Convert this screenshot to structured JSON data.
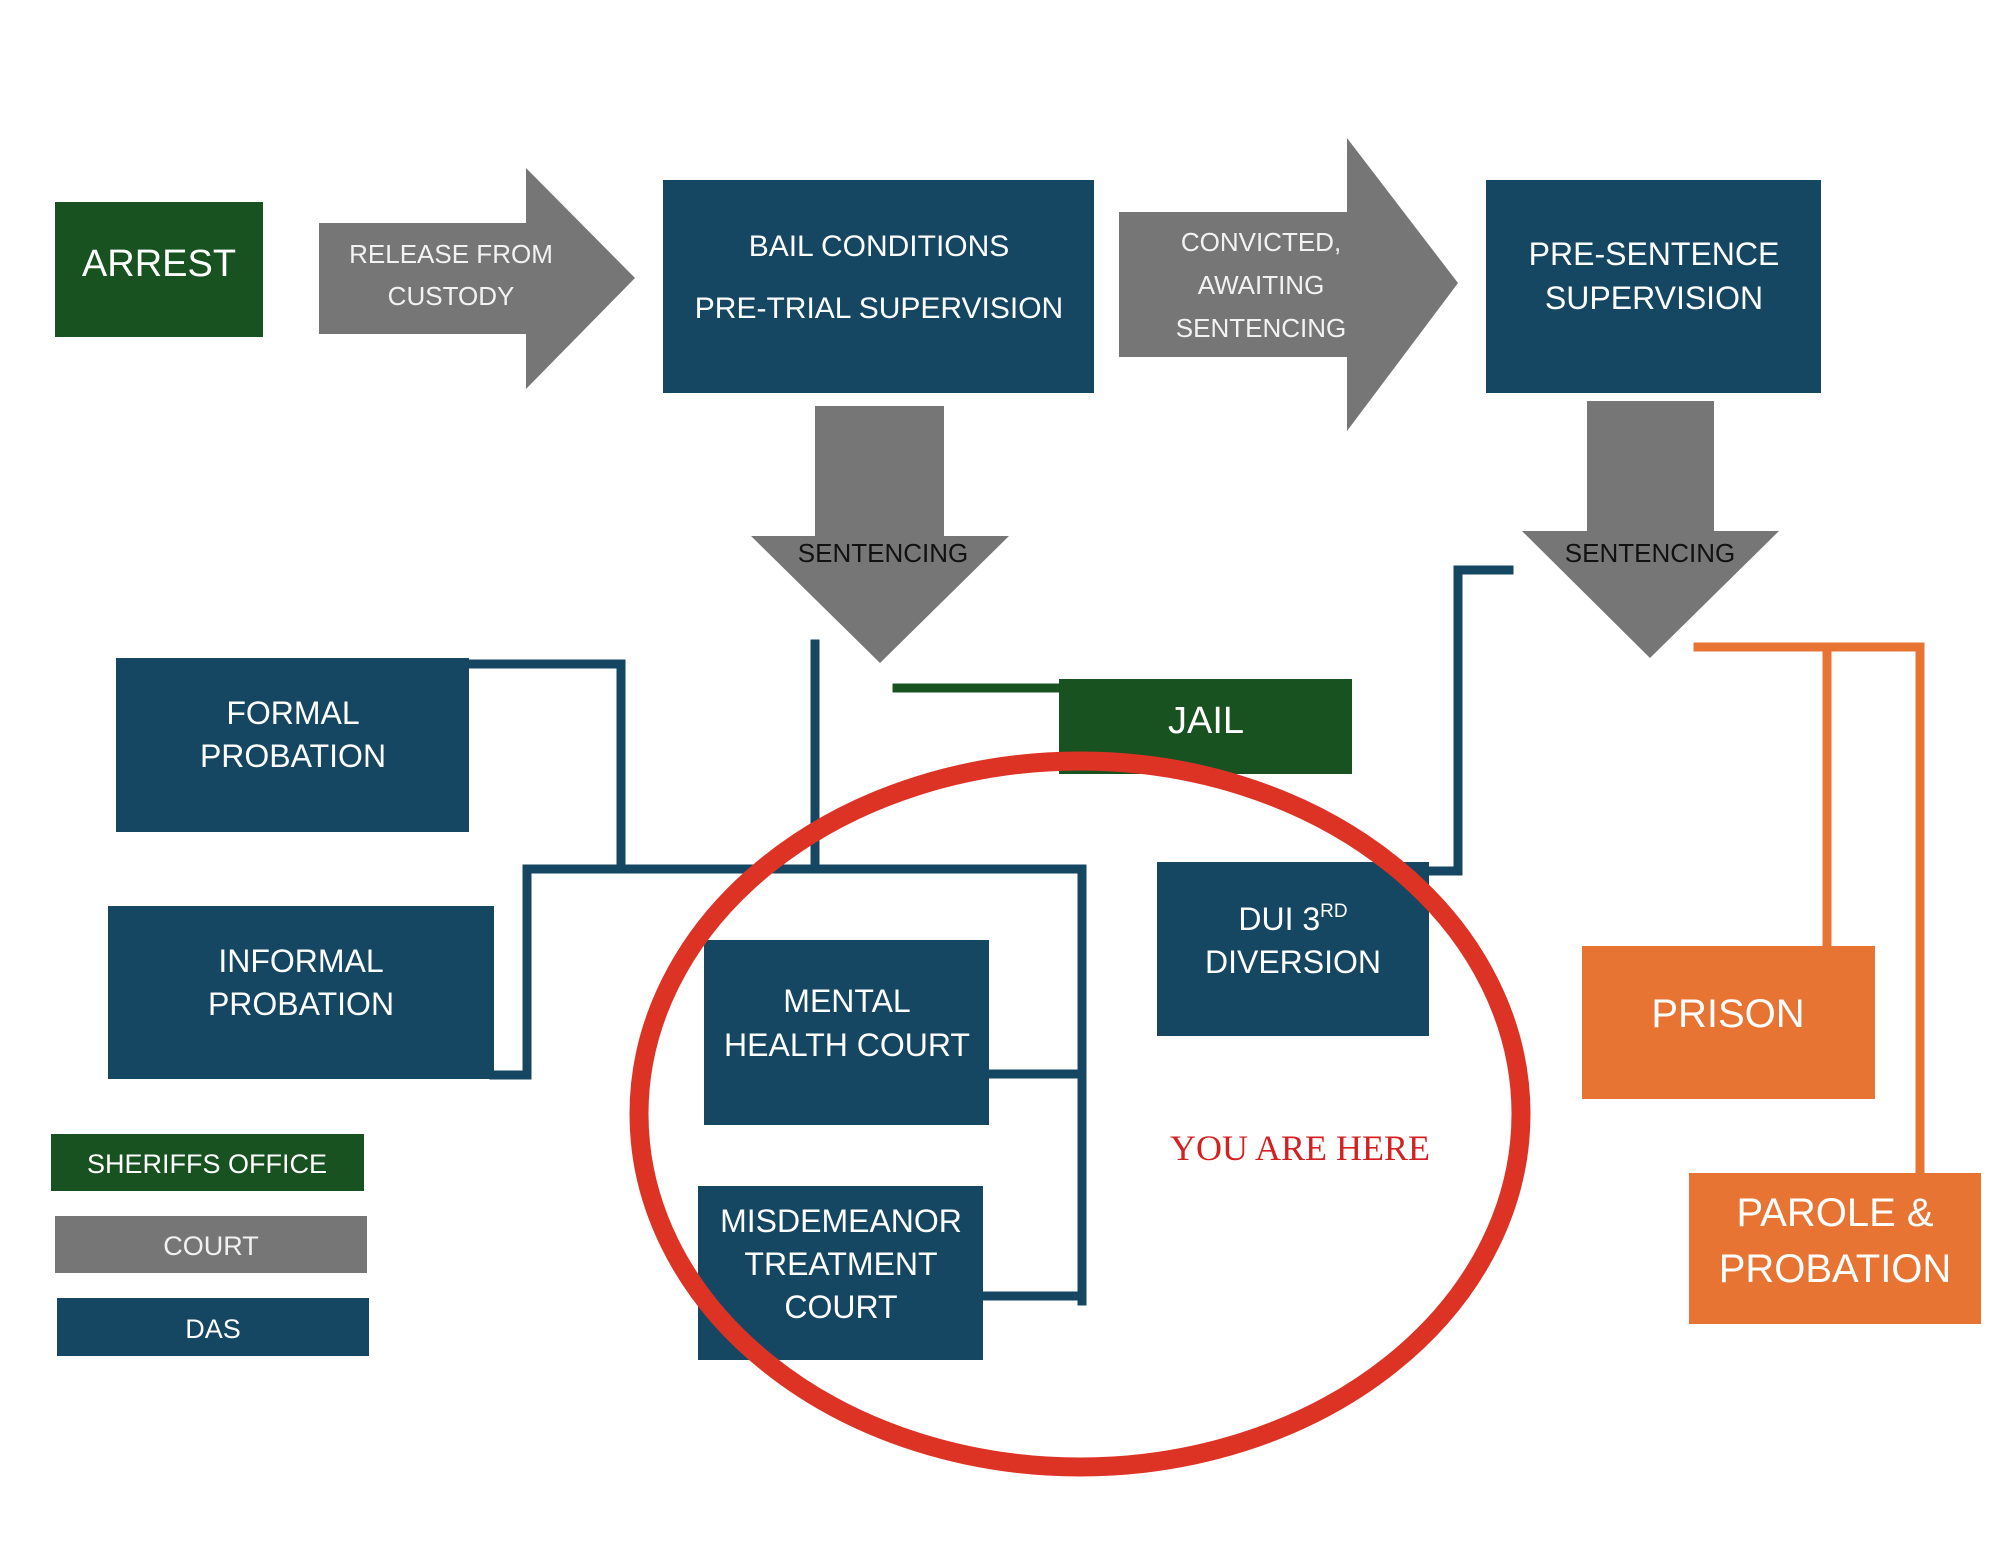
{
  "colors": {
    "sheriff": "#175220",
    "court": "#767676",
    "das": "#154763",
    "state": "#e87434",
    "highlight": "#dd3325",
    "here_text": "#d42020"
  },
  "nodes": {
    "arrest": {
      "lines": [
        "ARREST"
      ]
    },
    "release": {
      "lines": [
        "RELEASE FROM",
        "CUSTODY"
      ]
    },
    "bail": {
      "lines": [
        "BAIL CONDITIONS",
        "PRE-TRIAL SUPERVISION"
      ]
    },
    "convicted": {
      "lines": [
        "CONVICTED,",
        "AWAITING",
        "SENTENCING"
      ]
    },
    "presentence": {
      "lines": [
        "PRE-SENTENCE",
        "SUPERVISION"
      ]
    },
    "sentencing_1": {
      "lines": [
        "SENTENCING"
      ]
    },
    "sentencing_2": {
      "lines": [
        "SENTENCING"
      ]
    },
    "formal": {
      "lines": [
        "FORMAL",
        "PROBATION"
      ]
    },
    "informal": {
      "lines": [
        "INFORMAL",
        "PROBATION"
      ]
    },
    "jail": {
      "lines": [
        "JAIL"
      ]
    },
    "dui": {
      "lines": [
        "DUI 3",
        "DIVERSION"
      ],
      "superscript": "RD"
    },
    "mhc": {
      "lines": [
        "MENTAL",
        "HEALTH COURT"
      ]
    },
    "mtc": {
      "lines": [
        "MISDEMEANOR",
        "TREATMENT",
        "COURT"
      ]
    },
    "prison": {
      "lines": [
        "PRISON"
      ]
    },
    "parole": {
      "lines": [
        "PAROLE &",
        "PROBATION"
      ]
    }
  },
  "callout": "YOU ARE HERE",
  "legend": [
    {
      "label": "SHERIFFS OFFICE",
      "color_key": "sheriff"
    },
    {
      "label": "COURT",
      "color_key": "court"
    },
    {
      "label": "DAS",
      "color_key": "das"
    }
  ]
}
